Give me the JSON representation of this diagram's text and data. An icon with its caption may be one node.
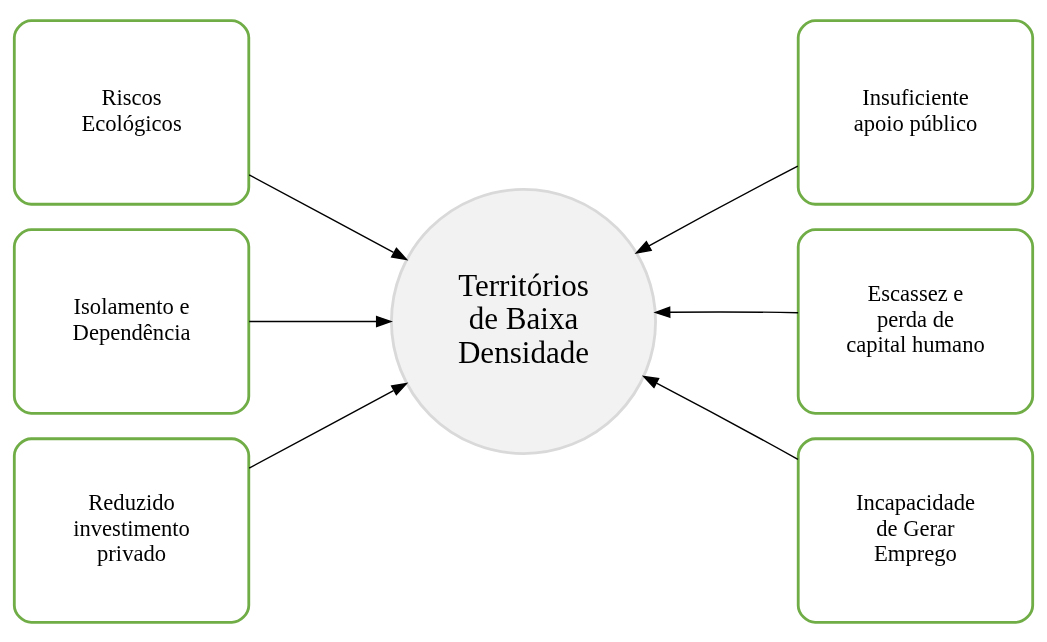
{
  "diagram": {
    "nodes": [
      {
        "text": [
          "Riscos Ecológicos"
        ]
      },
      {
        "text": [
          "Insuficiente apoio público"
        ]
      },
      {
        "text": [
          "Isolamento e Dependência"
        ]
      },
      {
        "text": [
          "Territórios de Baixa Densidade"
        ]
      },
      {
        "text": [
          "Escassez e perda de capital humano"
        ]
      },
      {
        "text": [
          "Reduzido investimento privado"
        ]
      },
      {
        "text": [
          "Incapacidade de Gerar Emprego"
        ]
      }
    ],
    "edges": [
      {
        "from": 0,
        "to": 3,
        "arrow": "to"
      },
      {
        "from": 1,
        "to": 3,
        "arrow": "to"
      },
      {
        "from": 2,
        "to": 3,
        "arrow": "to"
      },
      {
        "from": 4,
        "to": 3,
        "arrow": "to"
      },
      {
        "from": 5,
        "to": 3,
        "arrow": "to"
      },
      {
        "from": 6,
        "to": 3,
        "arrow": "to"
      }
    ]
  }
}
